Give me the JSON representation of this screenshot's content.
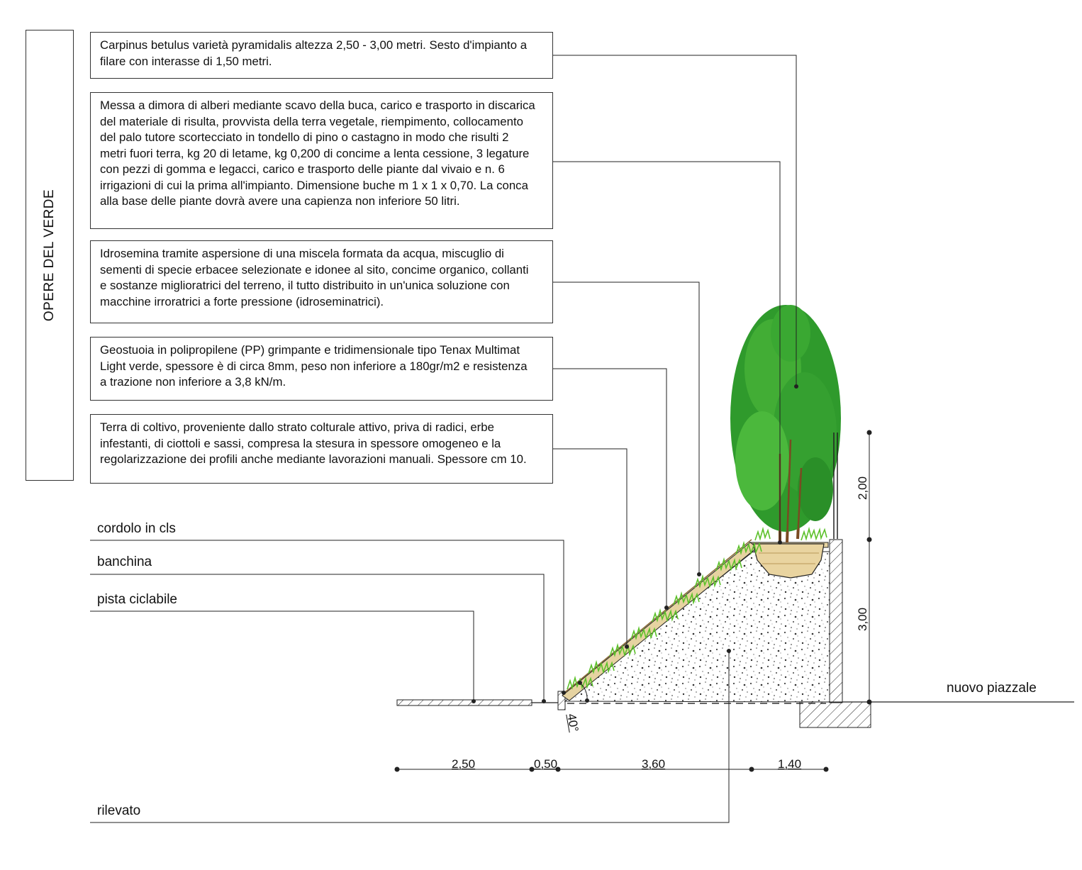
{
  "section_title": "OPERE DEL VERDE",
  "notes": [
    {
      "text": "Carpinus betulus varietà pyramidalis altezza 2,50 - 3,00 metri. Sesto d'impianto a\nfilare con interasse di 1,50 metri."
    },
    {
      "text": "Messa a dimora di alberi mediante scavo della buca, carico e trasporto in discarica\ndel materiale di risulta, provvista della terra vegetale, riempimento, collocamento\ndel palo tutore scortecciato in tondello di pino o castagno in modo che risulti 2\nmetri fuori terra, kg 20 di letame, kg 0,200 di concime a lenta cessione, 3 legature\ncon pezzi di gomma e legacci, carico e trasporto delle piante dal vivaio e n. 6\nirrigazioni di cui la prima all'impianto. Dimensione buche m 1 x 1 x 0,70. La conca\nalla base delle piante dovrà avere una capienza non inferiore 50 litri."
    },
    {
      "text": "Idrosemina tramite aspersione di una miscela formata da acqua, miscuglio di\nsementi di specie erbacee selezionate e idonee al sito, concime organico, collanti\ne sostanze miglioratrici del terreno, il tutto distribuito in un'unica soluzione con\nmacchine irroratrici a forte pressione (idroseminatrici)."
    },
    {
      "text": "Geostuoia in polipropilene (PP) grimpante e tridimensionale tipo Tenax Multimat\nLight verde, spessore è di circa 8mm, peso non inferiore a 180gr/m2 e resistenza\na trazione non inferiore a 3,8 kN/m."
    },
    {
      "text": "Terra di coltivo, proveniente dallo strato colturale attivo, priva di radici, erbe\ninfestanti, di ciottoli e sassi, compresa la stesura in spessore omogeneo e la\nregolarizzazione dei profili anche mediante lavorazioni manuali. Spessore cm 10."
    }
  ],
  "labels": {
    "cordolo": "cordolo in cls",
    "banchina": "banchina",
    "pista": "pista ciclabile",
    "rilevato": "rilevato",
    "piazzale": "nuovo piazzale"
  },
  "dimensions": {
    "h1": "2,50",
    "h2": "0,50",
    "h3": "3,60",
    "h4": "1,40",
    "v1": "2,00",
    "v2": "3,00",
    "angle": "40°"
  },
  "colors": {
    "grass": "#5cc12a",
    "foliage": "#2f9a2c",
    "trunk": "#7a4a22",
    "soil": "#e6d3a1",
    "line": "#222222"
  }
}
